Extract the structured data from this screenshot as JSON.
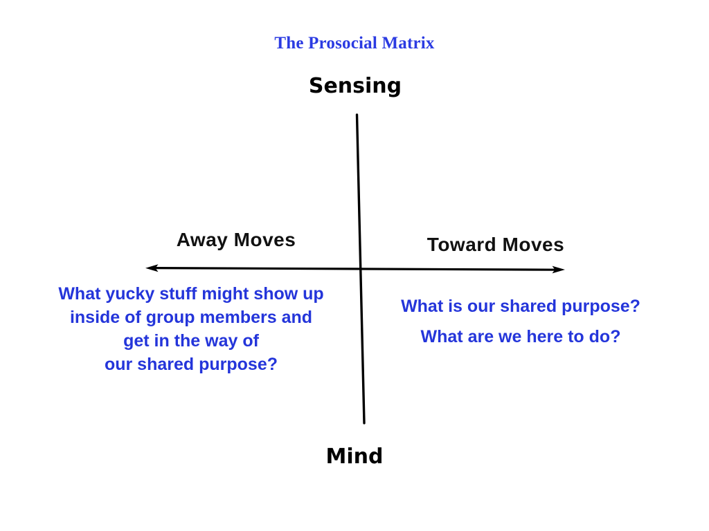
{
  "title": "The Prosocial Matrix",
  "axes": {
    "top_label": "Sensing",
    "bottom_label": "Mind",
    "left_label": "Away Moves",
    "right_label": "Toward Moves"
  },
  "quadrants": {
    "away_lines": [
      "What yucky stuff might show up",
      "inside of group members and",
      "get in the way of",
      "our shared purpose?"
    ],
    "toward_lines": [
      "What is our shared purpose?",
      "What are we here to do?"
    ]
  },
  "colors": {
    "title": "#2b3be2",
    "question_text": "#2435da",
    "axis_line": "#000000"
  }
}
